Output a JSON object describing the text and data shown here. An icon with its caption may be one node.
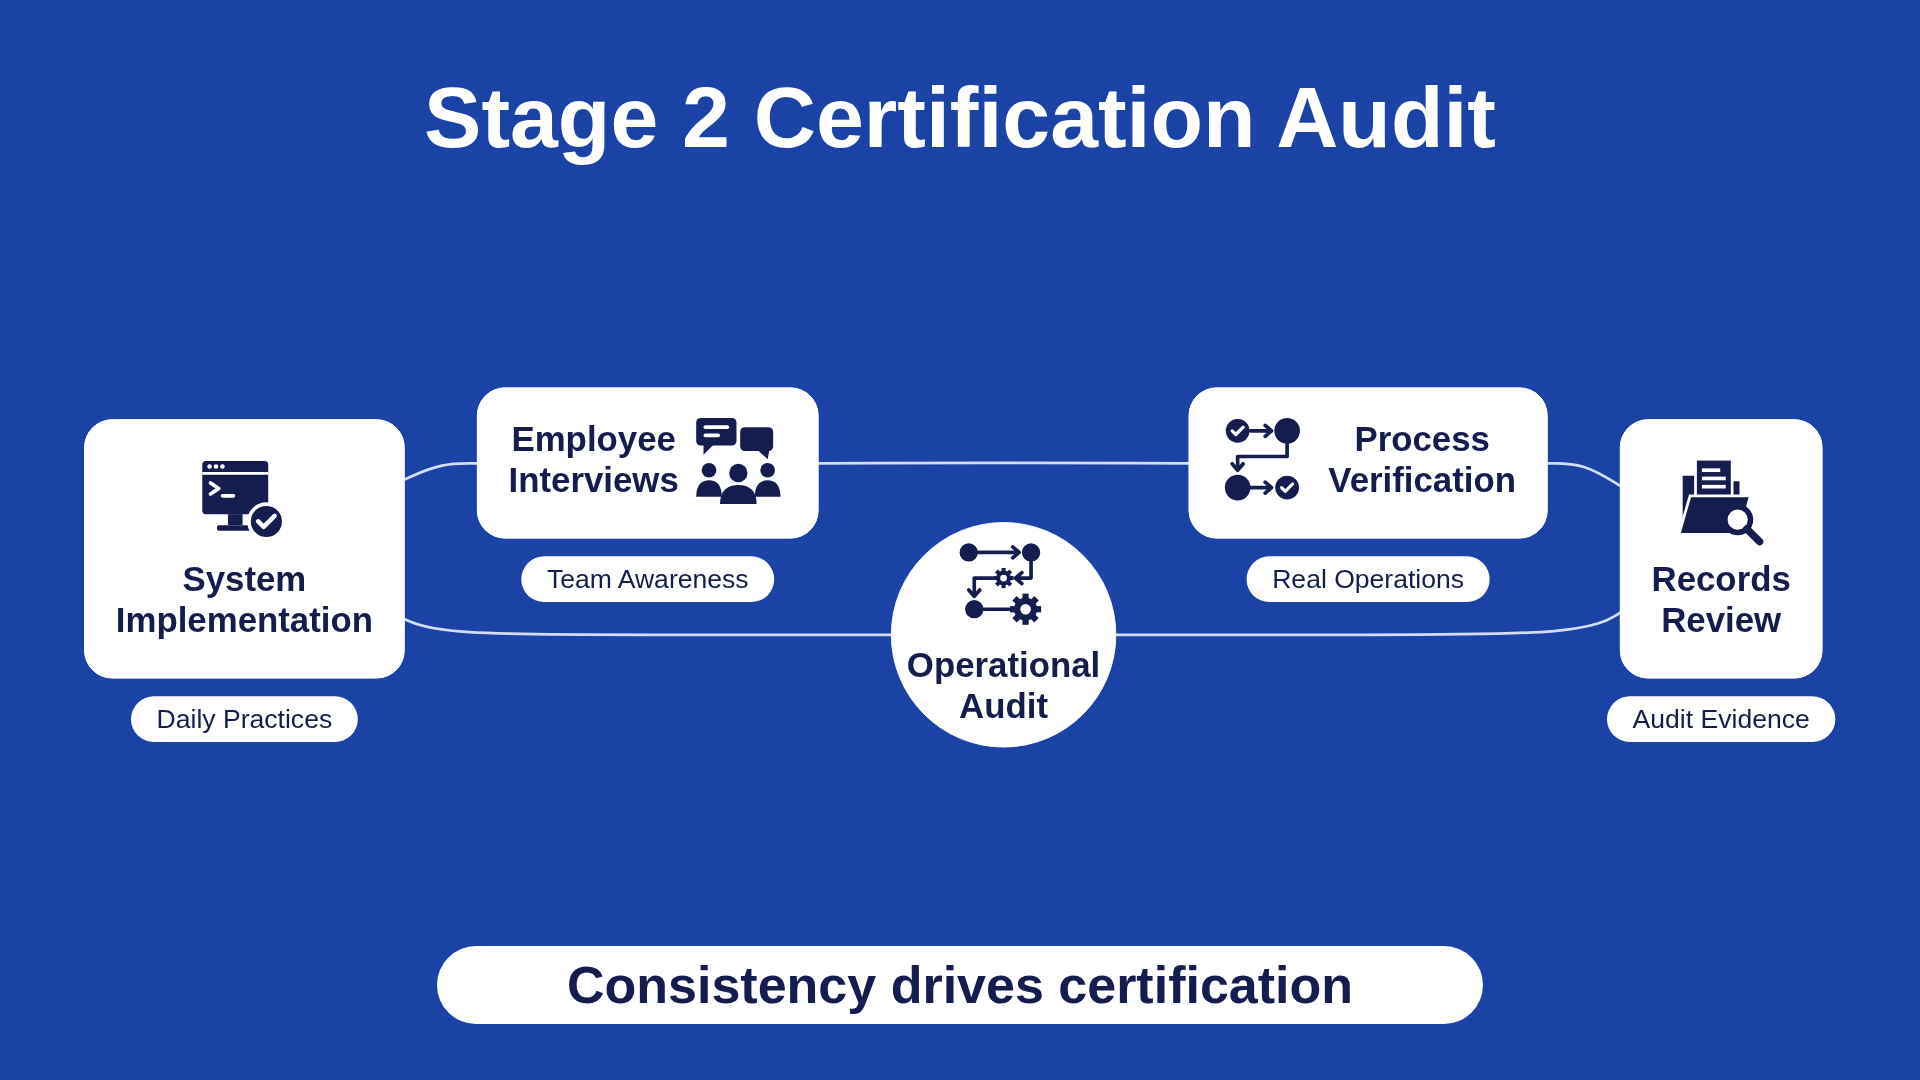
{
  "diagram": {
    "title": "Stage 2 Certification Audit",
    "caption": "Consistency drives certification",
    "nodes": [
      {
        "text": [
          "Employee Interviews"
        ],
        "beside": [
          "Team Awareness"
        ]
      },
      {
        "text": [
          "Process Verification"
        ],
        "beside": [
          "Real Operations"
        ]
      },
      {
        "text": [
          "System Implementation"
        ],
        "beside": [
          "Daily Practices"
        ]
      },
      {
        "text": [
          "Operational Audit"
        ]
      },
      {
        "text": [
          "Records Review"
        ],
        "beside": [
          "Audit Evidence"
        ]
      }
    ],
    "edges": [
      {
        "from": 2,
        "to": 0,
        "arrow": "none"
      },
      {
        "from": 0,
        "to": 1,
        "arrow": "none"
      },
      {
        "from": 1,
        "to": 4,
        "arrow": "none"
      },
      {
        "from": 2,
        "to": 3,
        "arrow": "none"
      },
      {
        "from": 3,
        "to": 4,
        "arrow": "none"
      }
    ]
  }
}
